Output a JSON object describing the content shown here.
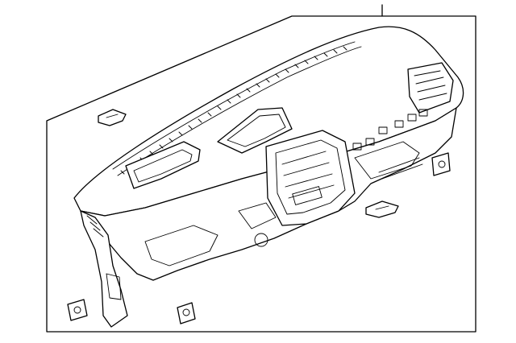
{
  "diagram": {
    "subject": "instrument-panel-assembly",
    "line_color": "#000000",
    "background_color": "#ffffff",
    "callouts": [],
    "clips": [
      {
        "id": "clip-upper-left",
        "icon": "fastener-clip-icon"
      },
      {
        "id": "clip-upper-right",
        "icon": "fastener-clip-icon"
      },
      {
        "id": "bracket-right",
        "icon": "mounting-bracket-icon"
      },
      {
        "id": "bracket-lower-left",
        "icon": "mounting-bracket-icon"
      },
      {
        "id": "bracket-lower-center",
        "icon": "mounting-bracket-icon"
      }
    ]
  }
}
